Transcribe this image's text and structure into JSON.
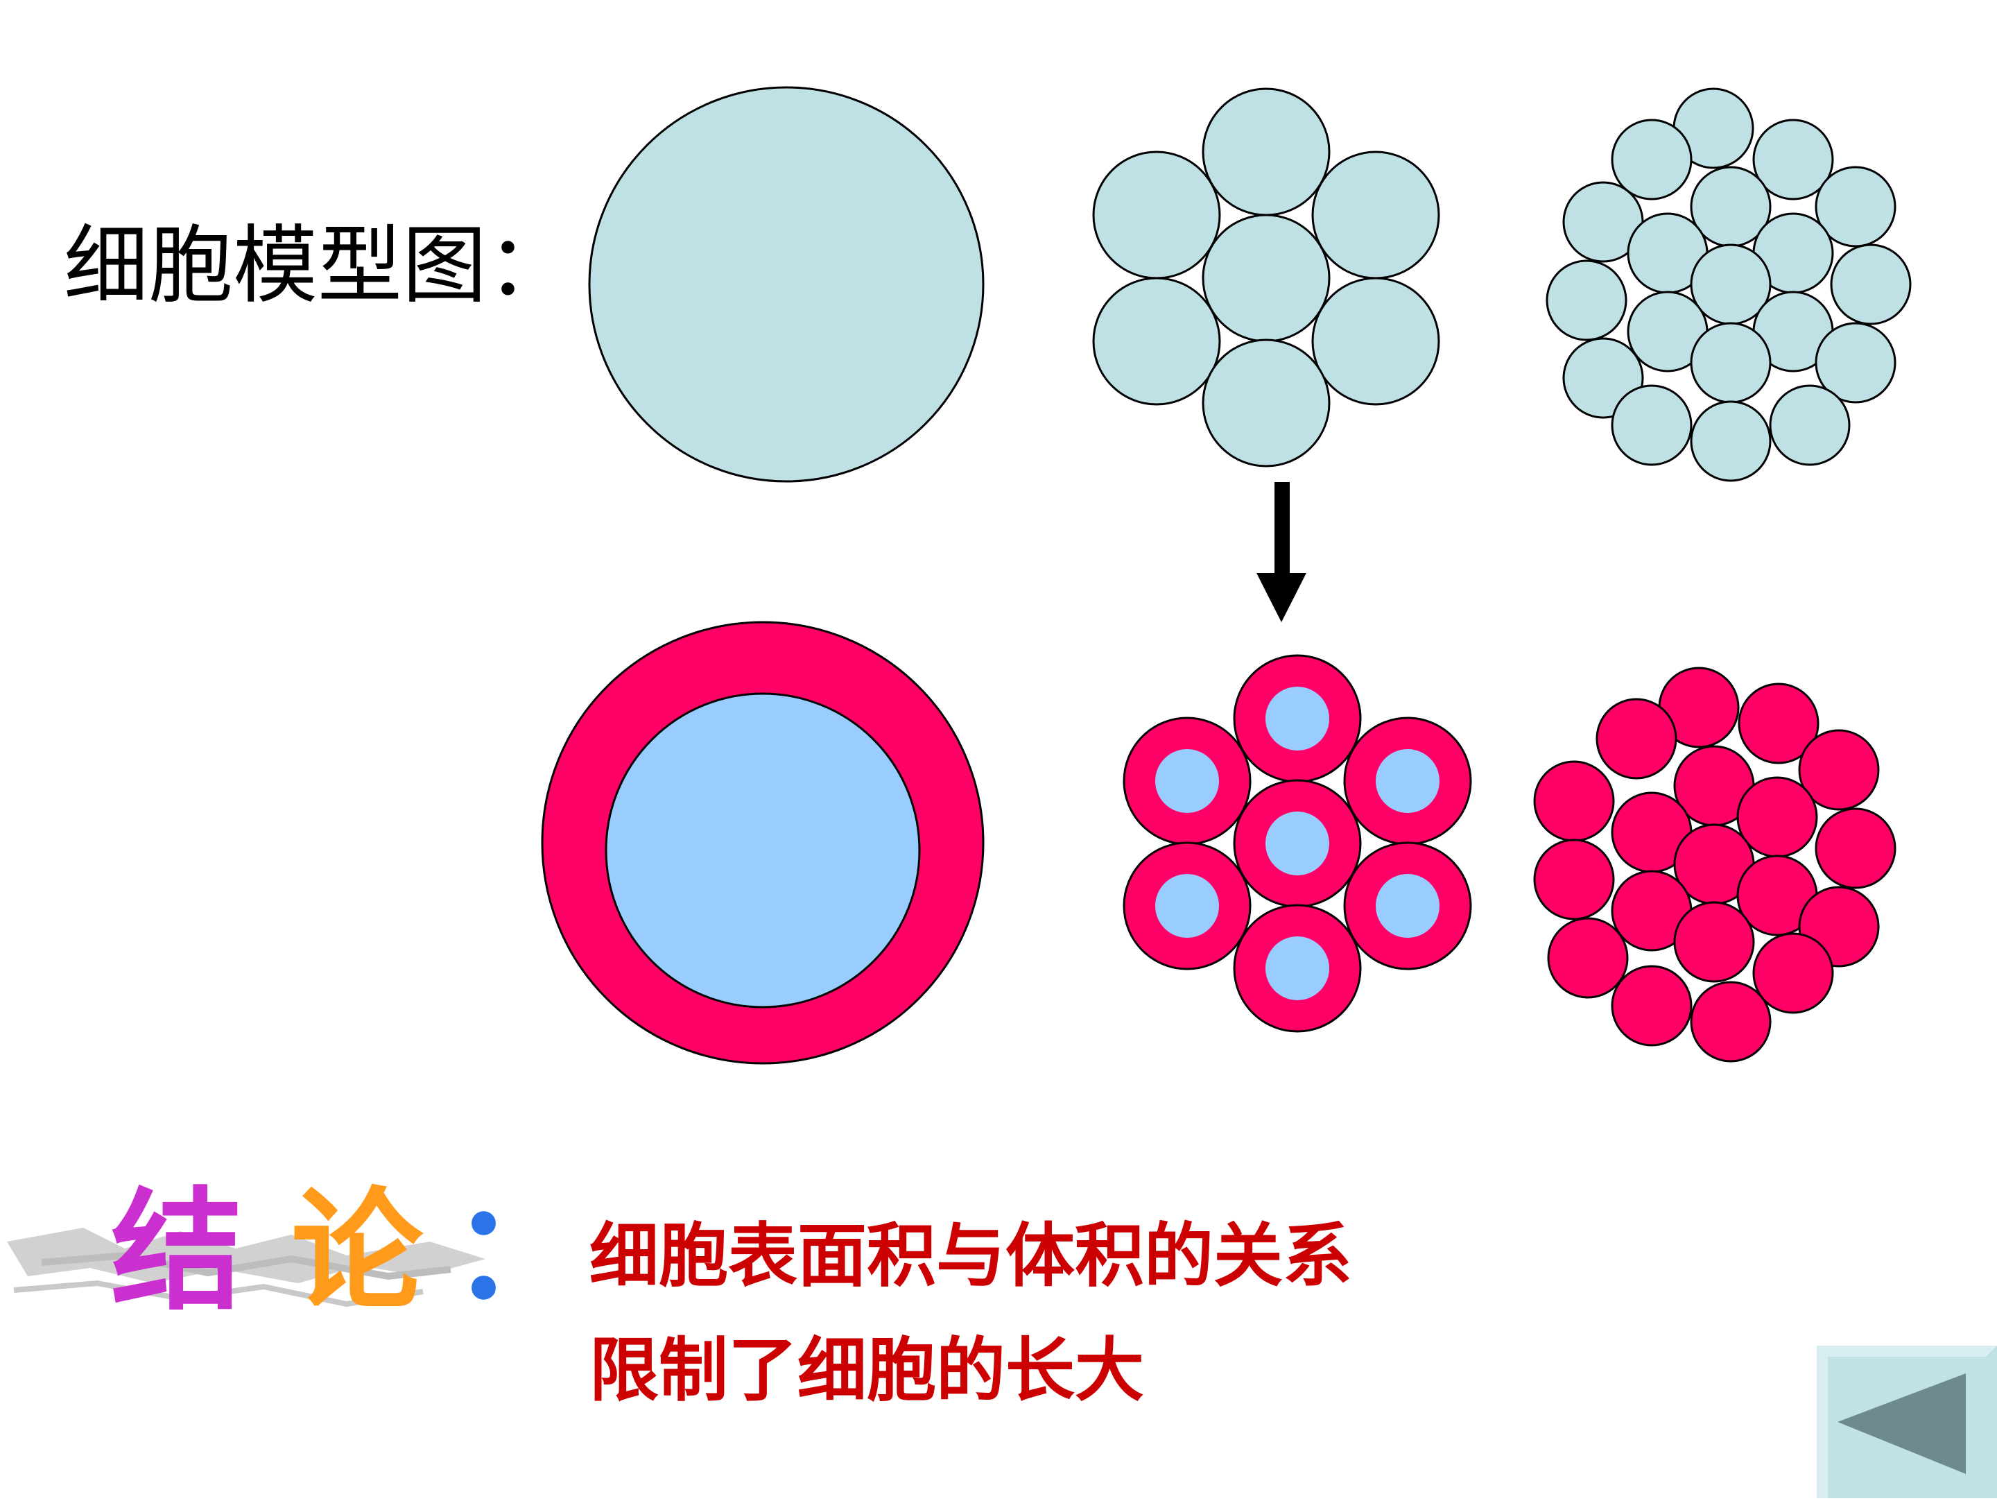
{
  "slide": {
    "title": "细胞模型图：",
    "conclusion_label": {
      "chars": [
        "结",
        "论",
        "："
      ],
      "colors": [
        "#cc2fd0",
        "#ff9a1a",
        "#2b74e8"
      ]
    },
    "conclusion_lines": [
      "细胞表面积与体积的关系",
      "限制了细胞的长大"
    ]
  },
  "colors": {
    "cell_fill": "#bfe1e5",
    "membrane": "#ff0066",
    "cytoplasm": "#99ccff",
    "arrow": "#000000",
    "conclusion_text": "#cc0000",
    "nav_button_bg": "#c1e2e4",
    "nav_arrow": "#6f8a8c"
  },
  "icons": {
    "down_arrow": "arrow-down-icon",
    "back_button": "triangle-left-icon"
  },
  "nav": {
    "back_label": "◀"
  }
}
